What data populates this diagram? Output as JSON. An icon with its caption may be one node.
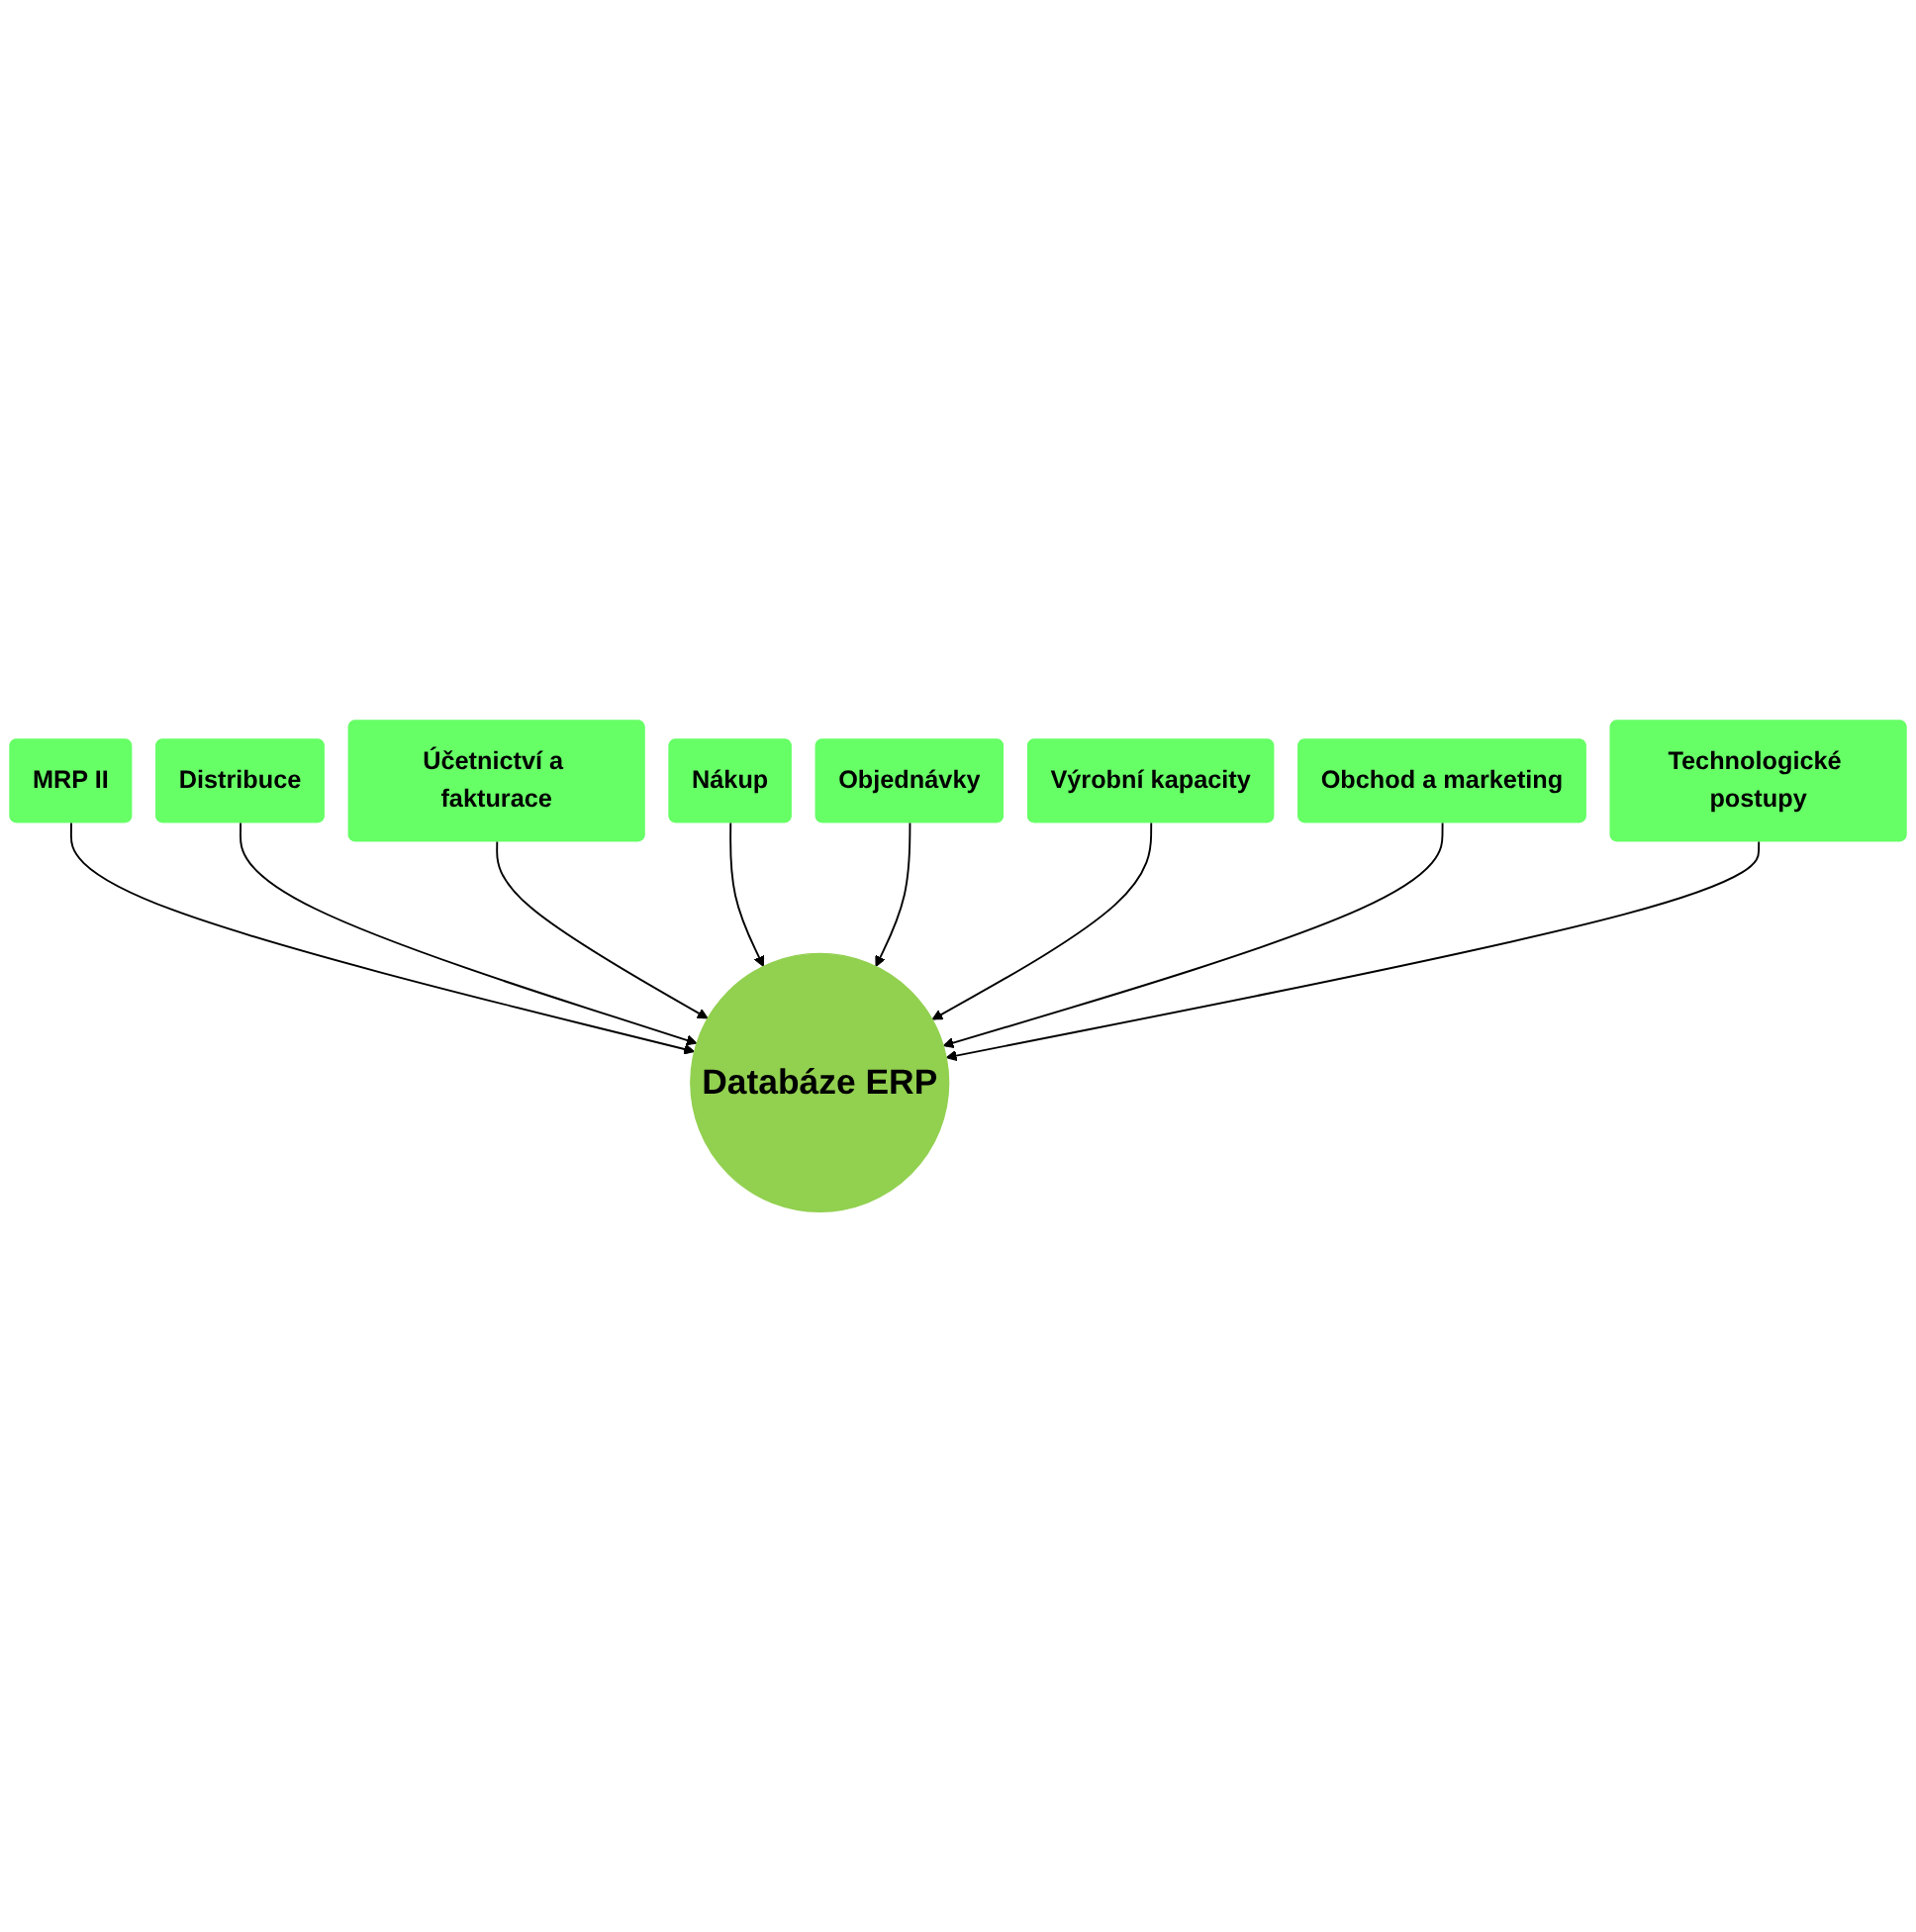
{
  "diagram": {
    "nodes": [
      {
        "text": [
          "MRP II"
        ]
      },
      {
        "text": [
          "Distribuce"
        ]
      },
      {
        "text": [
          "Účetnictví a fakturace"
        ]
      },
      {
        "text": [
          "Nákup"
        ]
      },
      {
        "text": [
          "Databáze ERP"
        ]
      },
      {
        "text": [
          "Objednávky"
        ]
      },
      {
        "text": [
          "Výrobní kapacity"
        ]
      },
      {
        "text": [
          "Obchod a marketing"
        ]
      },
      {
        "text": [
          "Technologické postupy"
        ]
      }
    ],
    "edges": [
      {
        "from": 0,
        "to": 4,
        "arrow": "to"
      },
      {
        "from": 1,
        "to": 4,
        "arrow": "to"
      },
      {
        "from": 2,
        "to": 4,
        "arrow": "to"
      },
      {
        "from": 3,
        "to": 4,
        "arrow": "to"
      },
      {
        "from": 5,
        "to": 4,
        "arrow": "to"
      },
      {
        "from": 6,
        "to": 4,
        "arrow": "to"
      },
      {
        "from": 7,
        "to": 4,
        "arrow": "to"
      },
      {
        "from": 8,
        "to": 4,
        "arrow": "to"
      }
    ]
  }
}
